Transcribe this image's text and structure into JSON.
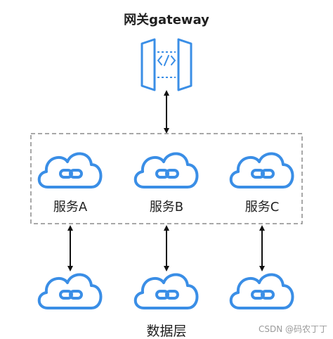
{
  "gateway": {
    "title": "网关gateway",
    "icon": "code-brackets-gateway-icon"
  },
  "services": [
    {
      "label": "服务A",
      "icon": "cloud-link-icon"
    },
    {
      "label": "服务B",
      "icon": "cloud-link-icon"
    },
    {
      "label": "服务C",
      "icon": "cloud-link-icon"
    }
  ],
  "data_layer": {
    "title": "数据层",
    "nodes": [
      "cloud-link-icon",
      "cloud-link-icon",
      "cloud-link-icon"
    ]
  },
  "watermark": "CSDN @码农丁丁",
  "colors": {
    "accent": "#3a8ee6",
    "cloud_stroke": "#3a8ee6",
    "dashed_border": "#8c8c8c",
    "arrow": "#111111"
  }
}
